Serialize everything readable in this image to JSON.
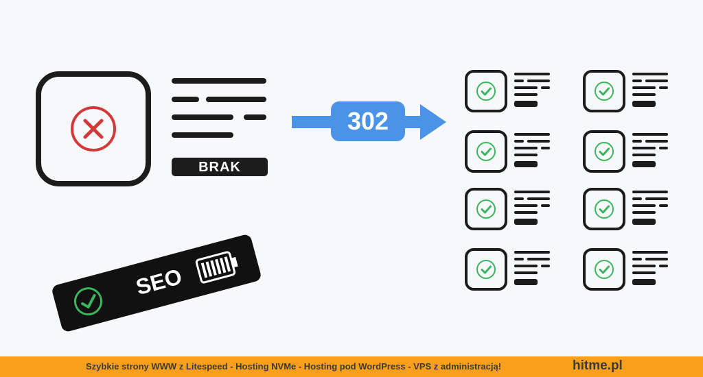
{
  "left_card": {
    "status_icon": "x-circle-icon",
    "badge": "BRAK",
    "color": "#d23a3a"
  },
  "redirect": {
    "code": "302",
    "color": "#4a93e6"
  },
  "seo_badge": {
    "label": "SEO",
    "check_icon": "check-circle-icon",
    "battery_icon": "battery-icon"
  },
  "target_cards": {
    "count": 8,
    "status_icon": "check-circle-icon",
    "color": "#3cb55e"
  },
  "footer": {
    "text": "Szybkie strony WWW z Litespeed - Hosting  NVMe - Hosting pod WordPress - VPS z administracją!",
    "brand": "hitme.pl",
    "color": "#f8a01c"
  }
}
